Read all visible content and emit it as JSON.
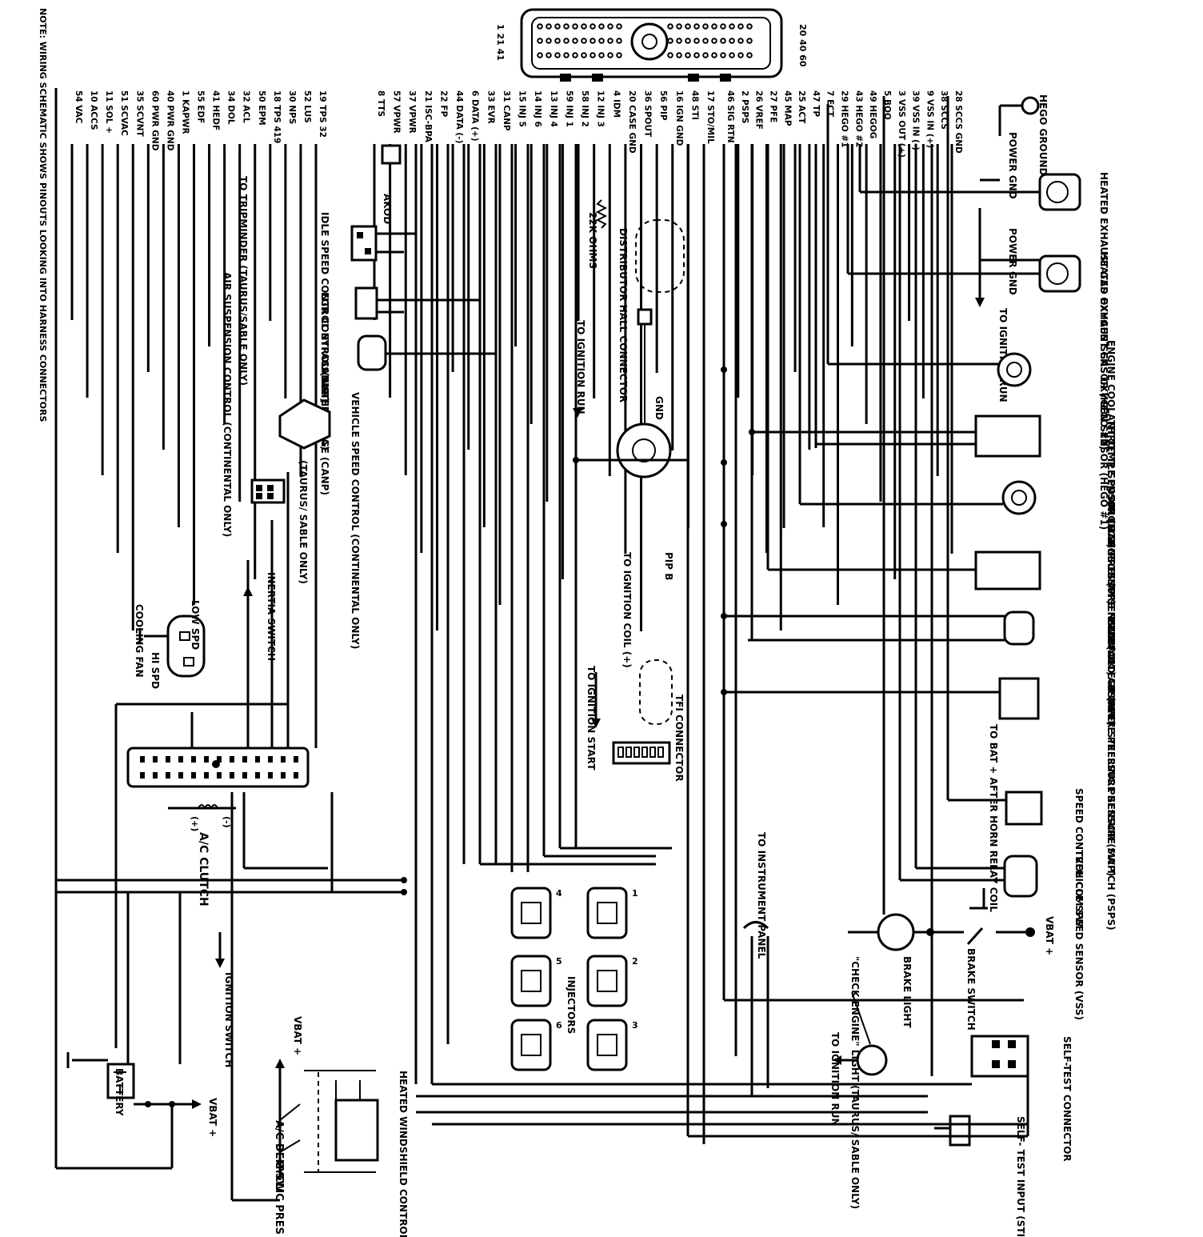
{
  "note": "NOTE: WIRING SCHEMATIC SHOWS PINOUTS LOOKING INTO HARNESS CONNECTORS",
  "ecu_pin_markers": [
    "1 21 41",
    "20 40 60"
  ],
  "pins_left": [
    "54 VAC",
    "10 ACCS",
    "11 SOL +",
    "51 SCVAC",
    "35 SCVNT",
    "60 PWR GND",
    "40 PWR GND",
    "1 KAPWR",
    "55 EDF",
    "41 HEDF",
    "34 DOL",
    "32 ACL",
    "50 EPM",
    "18 TPS 419",
    "30 NPS",
    "52 LUS",
    "19 TPS 32"
  ],
  "pins_mid": [
    "8 TTS",
    "57 VPWR",
    "37 VPWR",
    "21 ISC-BPA",
    "22 FP",
    "44 DATA (-)",
    "6 DATA (+)",
    "33 EVR",
    "31 CANP",
    "15 INJ 5",
    "14 INJ 6",
    "13 INJ 4",
    "59 INJ 1",
    "58 INJ 2",
    "12 INJ 3",
    "4 IDM",
    "20 CASE GND",
    "36 SPOUT",
    "56 PIP",
    "16 IGN GND",
    "48 STI",
    "17 STO/MIL"
  ],
  "pins_right": [
    "46 SIG RTN",
    "2 PSPS",
    "26 VREF",
    "27 PFE",
    "45 MAP",
    "25 ACT",
    "47 TP",
    "7 ECT",
    "29 HEGO #1",
    "43 HEGO #2",
    "49 HEGOG",
    "5 BOO",
    "3 VSS OUT (+)",
    "39 VSS IN (-)",
    "9 VSS IN (+)",
    "38 SCCS",
    "28 SCCS GND"
  ],
  "labels": {
    "hego_ground": "HEGO GROUND",
    "hego2": "HEATED EXHAUST GAS OXYGEN SENSOR (HEGO #2)",
    "hego1": "HEATED EXHAUST GAS OXYGEN SENSOR (HEGO #1)",
    "power_gnd": "POWER GND",
    "to_ignition_run": "TO IGNITION RUN",
    "ect": "ENGINE COOLANT TEMP SENSOR (ECT)",
    "tp": "THROTTLE POSITION SENSOR (TP)",
    "act": "AIR CHARGE TEMP SENSOR (ACT)",
    "pfe": "PRESSURE FEEDBACK EGR (PFE)",
    "map": "MANIFOLD ABSOLUTE PRESSURE SENSOR (MAP)",
    "psps": "POWER STEERING PRESSURE SWITCH (PSPS)",
    "to_horn": "TO BAT + AFTER HORN RELAY COIL",
    "scc": "SPEED CONTROL COM SW",
    "vss": "VEHICLE SPEED SENSOR (VSS)",
    "vbat_brake": "VBAT +",
    "brake_switch": "BRAKE SWITCH",
    "brake_light": "BRAKE LIGHT",
    "check_engine": "\"CHECK ENGINE\" LIGHT (TAURUS/ SABLE ONLY)",
    "to_instrument": "TO INSTRUMENT PANEL",
    "to_ign_run2": "TO IGNITION RUN",
    "self_test": "SELF-TEST CONNECTOR",
    "sti": "SELF- TEST INPUT (STI)",
    "akod": "AKOD",
    "isc": "IDLE SPEED CONTROL BYPASS AIR (ISC-BPA)",
    "evr": "EGR CONTROL (EVR)",
    "canp": "CANISTER PURGE (CANP)",
    "vsc": "VEHICLE SPEED CONTROL (CONTINENTAL ONLY)",
    "taurus_sable": "(TAURUS/ SABLE ONLY)",
    "air_susp": "AIR SUSPENSION CONTROL (CONTINENTAL ONLY)",
    "tripminder": "TO TRIPMINDER (TAURUS/SABLE ONLY)",
    "inertia": "INERTIA SWITCH",
    "cooling_fan": "COOLING FAN",
    "low_spd": "LOW SPD",
    "hi_spd": "HI SPD",
    "ac_clutch": "A/C CLUTCH",
    "ignition_switch": "IGNITION SWITCH",
    "battery": "BATTERY",
    "vbat_bottom": "VBAT +",
    "vbat_ac": "VBAT +",
    "ac_demand": "A/C DEM SW",
    "ac_cyclic": "CYCLIC PRES SW",
    "hwc": "HEATED WINDSHIELD CONTROLLER",
    "injectors": "INJECTORS",
    "inj_nums": [
      "1",
      "2",
      "3",
      "4",
      "5",
      "6"
    ],
    "distributor": "DISTRIBUTOR HALL CONNECTOR",
    "ohms": "22K OHMS",
    "gnd": "GND",
    "to_ign_run3": "TO IGNITION RUN",
    "to_coil": "TO IGNITION COIL (+)",
    "pip_b": "PIP B",
    "to_ign_start": "TO IGNITION START",
    "tfi": "TFI CONNECTOR",
    "clutch_signs": [
      "(-)",
      "(+)"
    ]
  }
}
